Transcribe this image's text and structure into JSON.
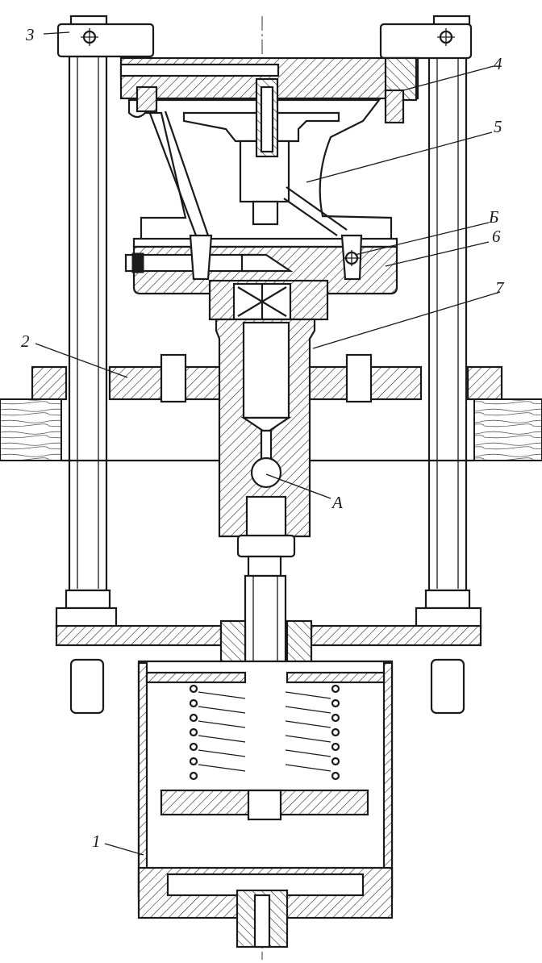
{
  "labels": {
    "part_1": "1",
    "part_2": "2",
    "part_3": "3",
    "part_4": "4",
    "part_5": "5",
    "part_6": "6",
    "part_7": "7",
    "point_A": "A",
    "point_B": "Б"
  },
  "colors": {
    "ink": "#1a1a1a",
    "paper": "#ffffff"
  }
}
